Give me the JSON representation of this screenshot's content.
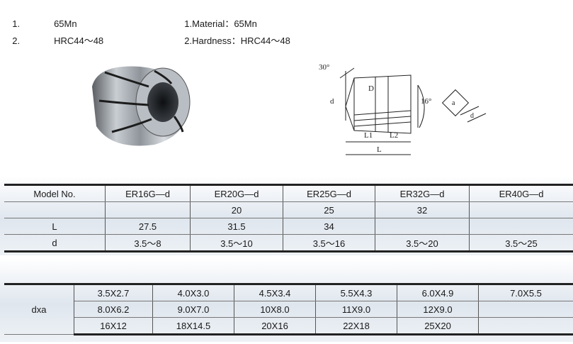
{
  "specs_left": [
    {
      "index": "1.",
      "text": "65Mn"
    },
    {
      "index": "2.",
      "text": "HRC44～48"
    }
  ],
  "specs_right": [
    {
      "label": "1.Material：",
      "value": "65Mn"
    },
    {
      "label": "2.Hardness：",
      "value": "HRC44～48"
    }
  ],
  "drawing": {
    "angle_top": "30°",
    "angle_side": "16°",
    "label_d": "d",
    "label_D": "D",
    "label_L1": "L1",
    "label_L2": "L2",
    "label_L": "L",
    "label_a": "a",
    "label_d2": "d"
  },
  "table1": {
    "header_label": "Model No.",
    "models": [
      "ER16G—d",
      "ER20G—d",
      "ER25G—d",
      "ER32G—d",
      "ER40G—d"
    ],
    "row_D": {
      "label": "",
      "values": [
        "",
        "20",
        "25",
        "32",
        ""
      ]
    },
    "row_L": {
      "label": "L",
      "values": [
        "27.5",
        "31.5",
        "34",
        "",
        ""
      ]
    },
    "row_d": {
      "label": "d",
      "values": [
        "3.5～8",
        "3.5～10",
        "3.5～16",
        "3.5～20",
        "3.5～25"
      ]
    }
  },
  "table2": {
    "label": "dxa",
    "rows": [
      [
        "3.5X2.7",
        "4.0X3.0",
        "4.5X3.4",
        "5.5X4.3",
        "6.0X4.9",
        "7.0X5.5"
      ],
      [
        "8.0X6.2",
        "9.0X7.0",
        "10X8.0",
        "11X9.0",
        "12X9.0",
        ""
      ],
      [
        "16X12",
        "18X14.5",
        "20X16",
        "22X18",
        "25X20",
        ""
      ]
    ]
  }
}
